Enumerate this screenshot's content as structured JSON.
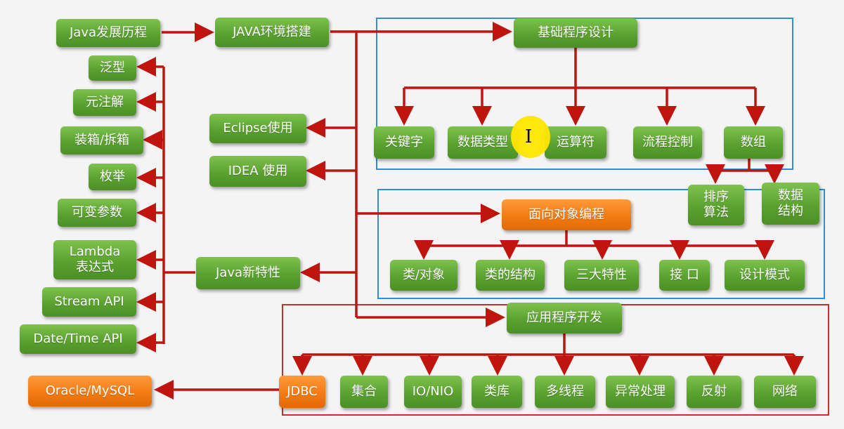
{
  "nodes": {
    "java_history": "Java发展历程",
    "java_env": "JAVA环境搭建",
    "basic_program": "基础程序设计",
    "keyword": "关键字",
    "data_type": "数据类型",
    "operator": "运算符",
    "flow_control": "流程控制",
    "array": "数组",
    "sort_algo": "排序\n算法",
    "data_struct": "数据\n结构",
    "eclipse": "Eclipse使用",
    "idea": "IDEA 使用",
    "oop": "面向对象编程",
    "class_object": "类/对象",
    "class_struct": "类的结构",
    "three_features": "三大特性",
    "interface": "接 口",
    "design_pattern": "设计模式",
    "app_dev": "应用程序开发",
    "jdbc": "JDBC",
    "collection": "集合",
    "io_nio": "IO/NIO",
    "class_lib": "类库",
    "multithread": "多线程",
    "exception": "异常处理",
    "reflection": "反射",
    "network": "网络",
    "oracle_mysql": "Oracle/MySQL",
    "generic": "泛型",
    "annotation": "元注解",
    "boxing": "装箱/拆箱",
    "enum": "枚举",
    "varargs": "可变参数",
    "lambda": "Lambda\n表达式",
    "stream_api": "Stream API",
    "datetime_api": "Date/Time API",
    "java_new": "Java新特性"
  },
  "colors": {
    "green_node": "#5aa22f",
    "orange_node": "#f47b12",
    "arrow": "#c0150e",
    "frame_blue": "#2c8fd8",
    "frame_red": "#c8302a",
    "cursor_highlight": "#ffe600"
  }
}
